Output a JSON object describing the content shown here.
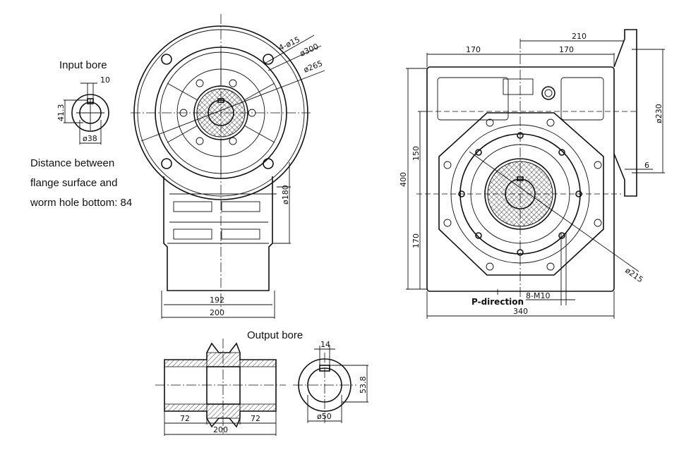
{
  "labels": {
    "input_bore": "Input bore",
    "output_bore": "Output bore",
    "distance_line1": "Distance between",
    "distance_line2": "flange surface and",
    "distance_line3": "worm hole bottom: 84",
    "p_direction": "P-direction"
  },
  "input_bore_dims": {
    "key_width": "10",
    "height": "41.3",
    "diameter": "ø38"
  },
  "front_view_dims": {
    "holes": "4-ø15",
    "d300": "ø300",
    "d265": "ø265",
    "d180": "ø180",
    "w192": "192",
    "w200": "200"
  },
  "side_view_dims": {
    "w210": "210",
    "w170_left": "170",
    "w170_right": "170",
    "h400": "400",
    "h150": "150",
    "h170": "170",
    "d230": "ø230",
    "t6": "6",
    "d215": "ø215",
    "threads": "8-M10",
    "w340": "340"
  },
  "output_bore_dims": {
    "l72_left": "72",
    "l72_right": "72",
    "l200": "200",
    "key_width": "14",
    "height": "53.8",
    "diameter": "ø50"
  }
}
